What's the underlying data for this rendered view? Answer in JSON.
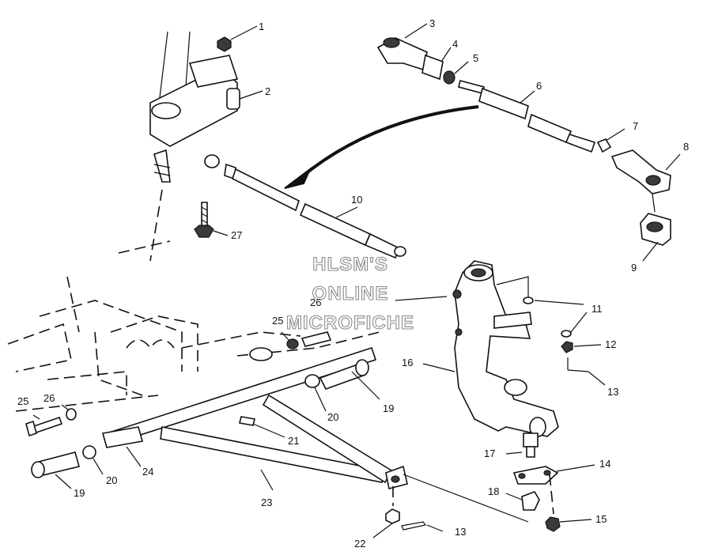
{
  "watermark": {
    "line1": "HLSM'S",
    "line2": "ONLINE",
    "line3": "MICROFICHE"
  },
  "callouts": [
    {
      "id": "c1",
      "text": "1"
    },
    {
      "id": "c2",
      "text": "2"
    },
    {
      "id": "c3",
      "text": "3"
    },
    {
      "id": "c4",
      "text": "4"
    },
    {
      "id": "c5",
      "text": "5"
    },
    {
      "id": "c6",
      "text": "6"
    },
    {
      "id": "c7",
      "text": "7"
    },
    {
      "id": "c8",
      "text": "8"
    },
    {
      "id": "c9",
      "text": "9"
    },
    {
      "id": "c10",
      "text": "10"
    },
    {
      "id": "c11",
      "text": "11"
    },
    {
      "id": "c12",
      "text": "12"
    },
    {
      "id": "c13a",
      "text": "13"
    },
    {
      "id": "c13b",
      "text": "13"
    },
    {
      "id": "c14",
      "text": "14"
    },
    {
      "id": "c15",
      "text": "15"
    },
    {
      "id": "c16",
      "text": "16"
    },
    {
      "id": "c17",
      "text": "17"
    },
    {
      "id": "c18",
      "text": "18"
    },
    {
      "id": "c19a",
      "text": "19"
    },
    {
      "id": "c19b",
      "text": "19"
    },
    {
      "id": "c20a",
      "text": "20"
    },
    {
      "id": "c20b",
      "text": "20"
    },
    {
      "id": "c21",
      "text": "21"
    },
    {
      "id": "c22",
      "text": "22"
    },
    {
      "id": "c23",
      "text": "23"
    },
    {
      "id": "c24",
      "text": "24"
    },
    {
      "id": "c25a",
      "text": "25"
    },
    {
      "id": "c25b",
      "text": "25"
    },
    {
      "id": "c26a",
      "text": "26"
    },
    {
      "id": "c26b",
      "text": "26"
    },
    {
      "id": "c27",
      "text": "27"
    }
  ]
}
